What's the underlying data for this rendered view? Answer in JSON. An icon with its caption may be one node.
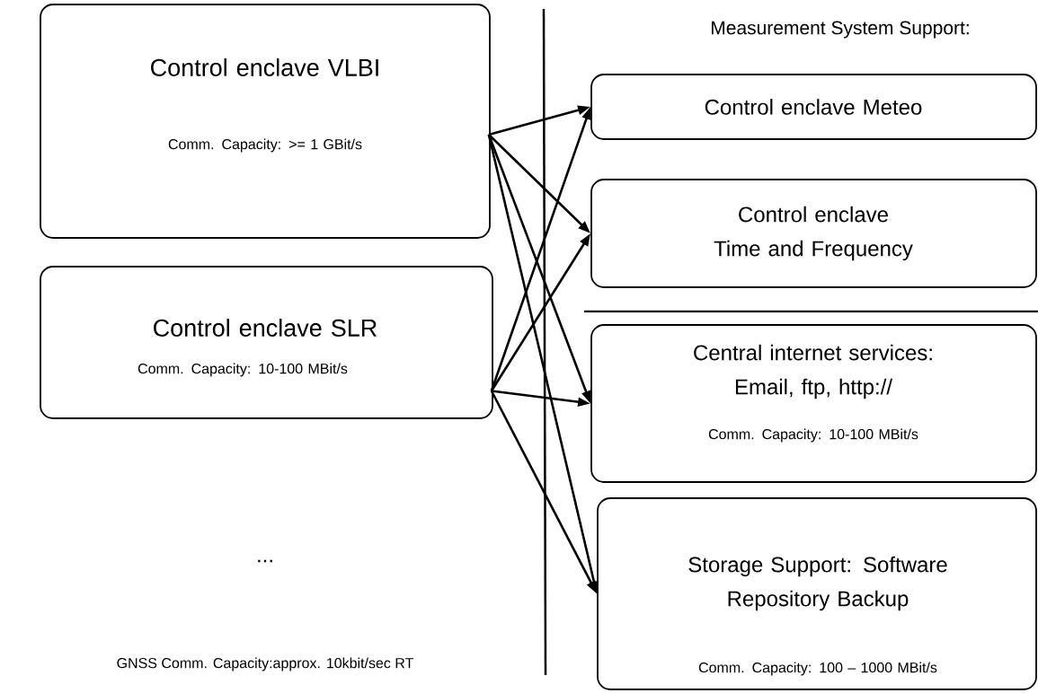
{
  "diagram": {
    "nodes": [
      {
        "text": [
          "Control enclave VLBI",
          "Comm. Capacity: >= 1 GBit/s"
        ]
      },
      {
        "text": [
          "Control enclave SLR",
          "Comm. Capacity: 10-100 MBit/s"
        ]
      },
      {
        "text": [
          "Control enclave Meteo"
        ]
      },
      {
        "text": [
          "Control enclave Time and Frequency"
        ]
      },
      {
        "text": [
          "Central internet services: Email, ftp, http://",
          "Comm. Capacity: 10-100 MBit/s"
        ]
      },
      {
        "text": [
          "Storage Support: Software Repository Backup",
          "Comm. Capacity: 100 – 1000 MBit/s"
        ]
      }
    ],
    "edges": [
      {
        "from": 0,
        "to": 2,
        "arrow": "to"
      },
      {
        "from": 0,
        "to": 3,
        "arrow": "to"
      },
      {
        "from": 0,
        "to": 4,
        "arrow": "to"
      },
      {
        "from": 0,
        "to": 5,
        "arrow": "to"
      },
      {
        "from": 1,
        "to": 2,
        "arrow": "to"
      },
      {
        "from": 1,
        "to": 3,
        "arrow": "to"
      },
      {
        "from": 1,
        "to": 4,
        "arrow": "to"
      },
      {
        "from": 1,
        "to": 5,
        "arrow": "to"
      }
    ],
    "labels": [
      "Measurement System Support:",
      "...",
      "GNSS Comm. Capacity:approx. 10kbit/sec RT"
    ]
  }
}
